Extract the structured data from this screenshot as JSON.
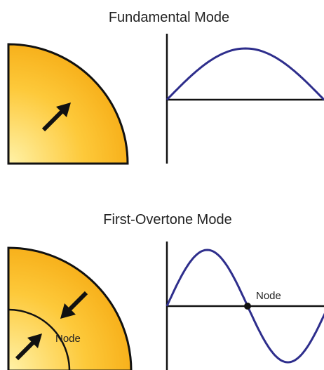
{
  "sections": [
    {
      "title": "Fundamental Mode"
    },
    {
      "title": "First-Overtone Mode",
      "node_label_quarter": "Node",
      "node_label_wave": "Node"
    }
  ],
  "colors": {
    "fill_light": "#FFF2A8",
    "fill_mid": "#FDC93A",
    "fill_dark": "#F5A70F",
    "outline": "#111111",
    "wave": "#2E2E8C"
  }
}
